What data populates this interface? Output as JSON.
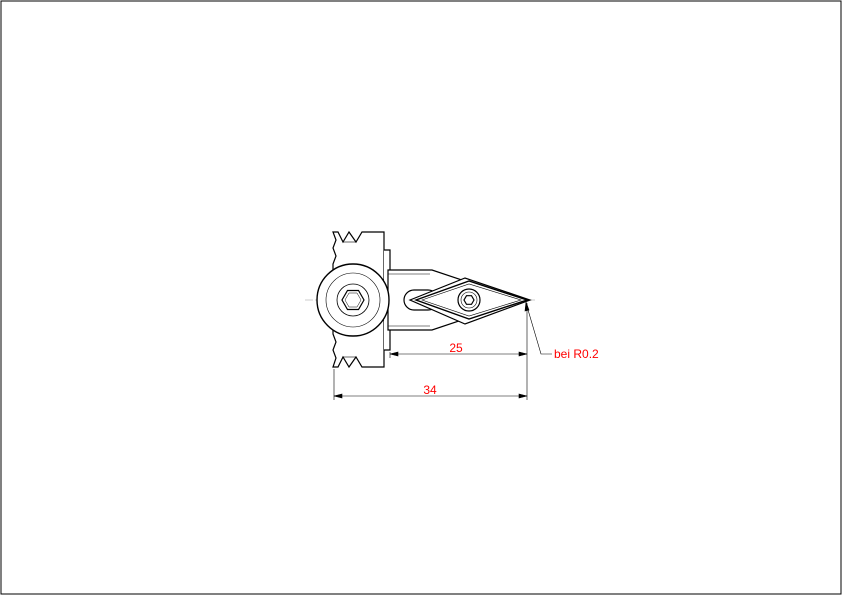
{
  "drawing": {
    "dimensions": {
      "length_short": "25",
      "length_long": "34"
    },
    "annotation": {
      "corner_radius": "bei R0.2"
    },
    "colors": {
      "line": "#000000",
      "dimension": "#ff0000",
      "centerline": "#9a9a9a",
      "frame": "#000000"
    }
  }
}
